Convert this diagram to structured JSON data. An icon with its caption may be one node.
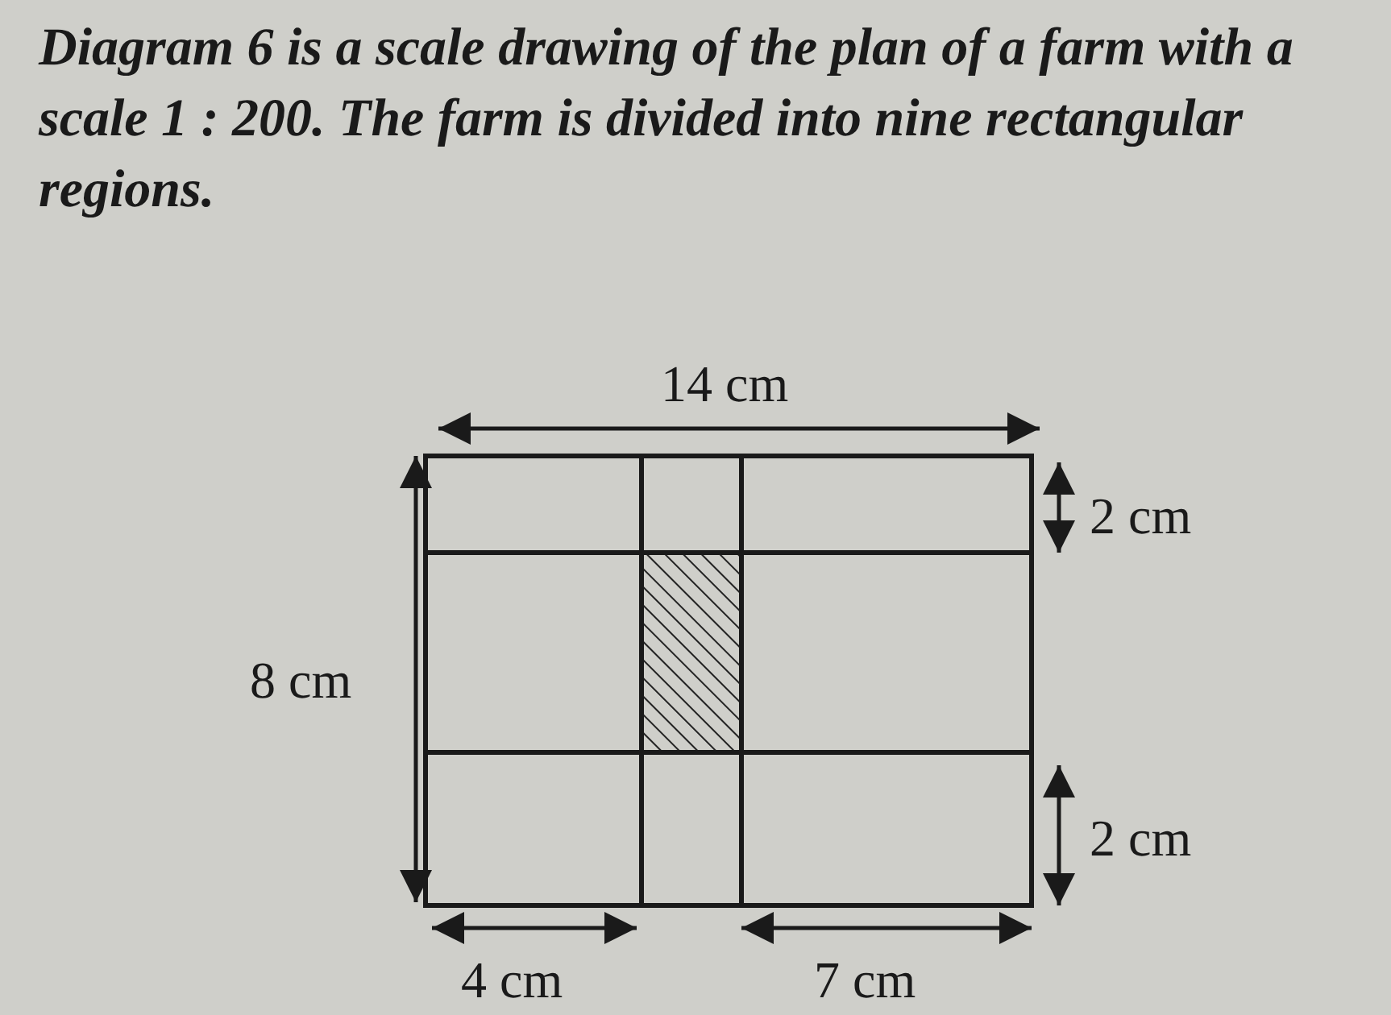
{
  "diagram": {
    "title": "Diagram 6 is a scale drawing of the plan of a farm with a scale 1 : 200. The farm is divided into nine rectangular regions.",
    "labels": [
      "14 cm",
      "2 cm",
      "8 cm",
      "2 cm",
      "4 cm",
      "7 cm"
    ]
  }
}
